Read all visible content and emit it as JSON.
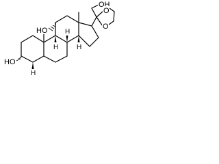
{
  "labels": {
    "oh_top": "OH",
    "o_ring_1": "O",
    "o_ring_2": "O",
    "ho_11": "HO",
    "h_8": "H",
    "h_9": "H",
    "h_14": "H",
    "ho_3": "HO",
    "h_5": "H"
  },
  "colors": {
    "ink": "#000000",
    "background": "#ffffff"
  }
}
